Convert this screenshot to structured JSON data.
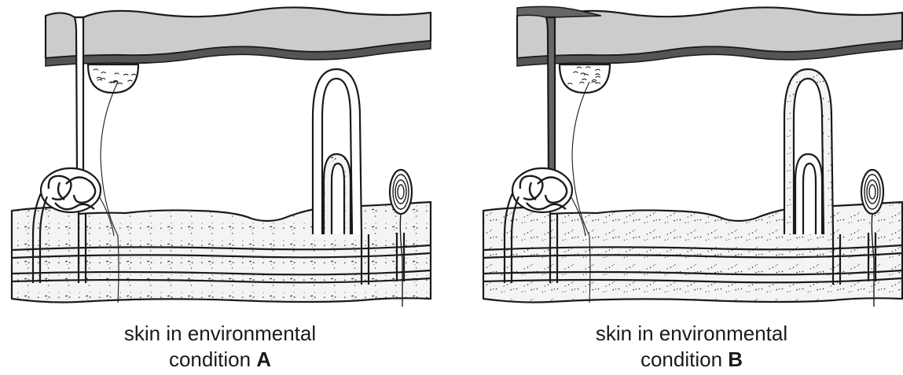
{
  "panels": [
    {
      "id": "A",
      "caption_line1": "skin in environmental",
      "caption_line2_prefix": "condition",
      "caption_letter": "A",
      "sweat_on_surface": false,
      "sweat_duct_filled": false,
      "capillary_loop_open": false,
      "shunt_vessel_open": true
    },
    {
      "id": "B",
      "caption_line1": "skin in environmental",
      "caption_line2_prefix": "condition",
      "caption_letter": "B",
      "sweat_on_surface": true,
      "sweat_duct_filled": true,
      "capillary_loop_open": true,
      "shunt_vessel_open": false
    }
  ],
  "colors": {
    "outline": "#1a1a1a",
    "epidermis": "#cccccc",
    "basal_layer": "#555555",
    "sweat": "#666666",
    "fat_layer": "#f4f4f4",
    "dots": "#444444"
  }
}
